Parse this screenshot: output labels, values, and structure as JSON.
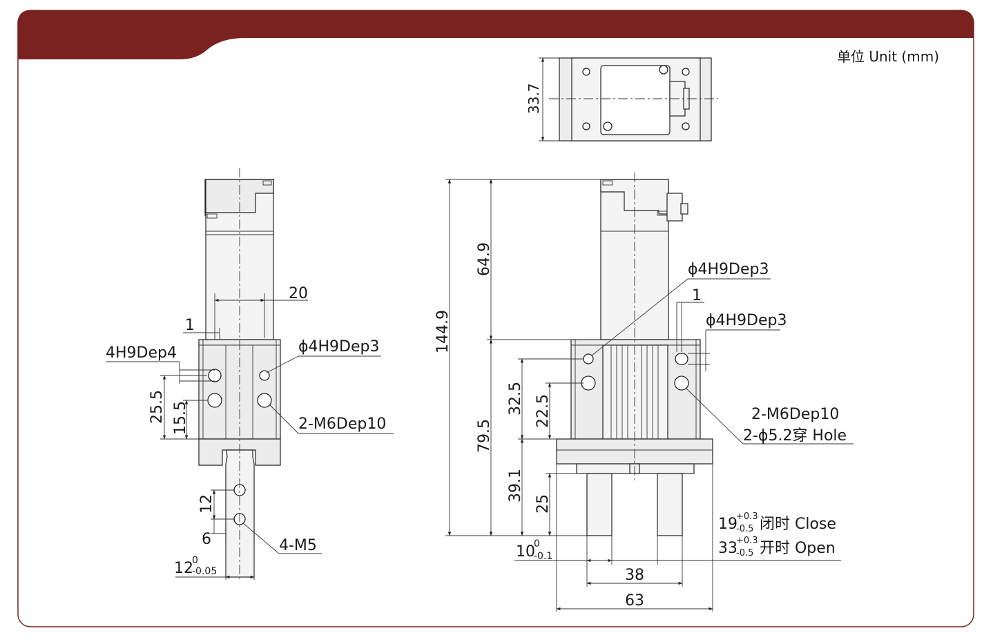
{
  "colors": {
    "banner": "#7a2220",
    "frame": "#7a2220",
    "line": "#222222",
    "part_fill": "#ececec"
  },
  "unit_label": "单位 Unit (mm)",
  "top_view": {
    "height_dim": "33.7"
  },
  "side_view": {
    "dim_width_20": "20",
    "dim_offset_1": "1",
    "label_4h9dep4": "4H9Dep4",
    "label_phi4h9dep3": "ϕ4H9Dep3",
    "dim_25_5": "25.5",
    "dim_15_5": "15.5",
    "label_2m6dep10": "2-M6Dep10",
    "dim_12": "12",
    "dim_6": "6",
    "label_4m5": "4-M5",
    "tol_width": {
      "base": "12",
      "upper": "0",
      "lower": "-0.05"
    }
  },
  "front_view": {
    "dim_144_9": "144.9",
    "dim_64_9": "64.9",
    "dim_79_5": "79.5",
    "dim_32_5": "32.5",
    "dim_22_5": "22.5",
    "dim_39_1": "39.1",
    "dim_25": "25",
    "dim_offset_1": "1",
    "label_phi4h9dep3_a": "ϕ4H9Dep3",
    "label_phi4h9dep3_b": "ϕ4H9Dep3",
    "label_2m6dep10": "2-M6Dep10",
    "label_hole": "2-ϕ5.2穿 Hole",
    "tol_finger": {
      "base": "10",
      "upper": "0",
      "lower": "-0.1"
    },
    "stroke_close": {
      "base": "19",
      "upper": "+0.3",
      "lower": "-0.5",
      "label": "闭时 Close"
    },
    "stroke_open": {
      "base": "33",
      "upper": "+0.3",
      "lower": "-0.5",
      "label": "开时 Open"
    },
    "dim_38": "38",
    "dim_63": "63"
  }
}
